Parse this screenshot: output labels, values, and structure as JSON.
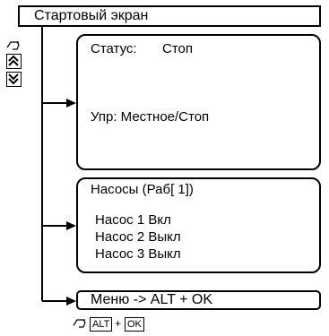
{
  "title": "Стартовый экран",
  "screen_status": {
    "status_label": "Статус:",
    "status_value": "Стоп",
    "control_line": "Упр: Местное/Стоп"
  },
  "screen_pumps": {
    "header": "Насосы (Раб[ 1])",
    "pumps": [
      "Насос  1 Вкл",
      "Насос  2 Выкл",
      "Насос  3 Выкл"
    ]
  },
  "menu_hint": "Меню -> ALT + OK",
  "keys": {
    "alt": "ALT",
    "plus": "+",
    "ok": "OK"
  },
  "icons": {
    "back": "back-arrow-icon",
    "up": "double-chevron-up-icon",
    "down": "double-chevron-down-icon"
  }
}
